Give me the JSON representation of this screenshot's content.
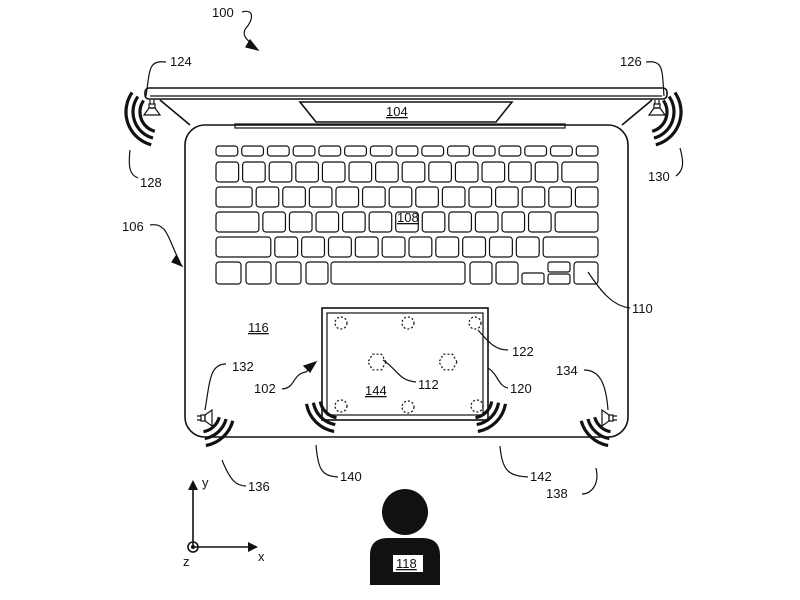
{
  "labels": {
    "device": "100",
    "input_device": "102",
    "display": "104",
    "base": "106",
    "keyboard": "108",
    "key": "110",
    "actuator": "112",
    "palm_rest": "116",
    "user": "118",
    "trackpad_border": "120",
    "sensor": "122",
    "speaker_top_left": "124",
    "speaker_top_right": "126",
    "wave_top_left": "128",
    "wave_top_right": "130",
    "speaker_bottom_left": "132",
    "speaker_bottom_right": "134",
    "wave_bottom_left": "136",
    "wave_bottom_right": "138",
    "wave_trackpad_left": "140",
    "wave_trackpad_right": "142",
    "trackpad_surface": "144"
  },
  "axes": {
    "x": "x",
    "y": "y",
    "z": "z"
  },
  "colors": {
    "ink": "#111111",
    "background": "#ffffff"
  }
}
